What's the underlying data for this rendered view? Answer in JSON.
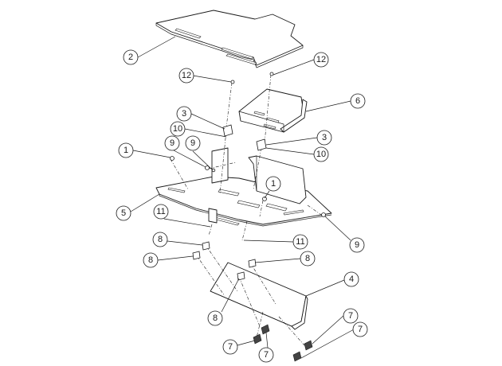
{
  "balloons": [
    {
      "id": "b-2",
      "label": "2"
    },
    {
      "id": "b-12-a",
      "label": "12"
    },
    {
      "id": "b-12-b",
      "label": "12"
    },
    {
      "id": "b-6",
      "label": "6"
    },
    {
      "id": "b-3-a",
      "label": "3"
    },
    {
      "id": "b-3-b",
      "label": "3"
    },
    {
      "id": "b-10-a",
      "label": "10"
    },
    {
      "id": "b-10-b",
      "label": "10"
    },
    {
      "id": "b-1-a",
      "label": "1"
    },
    {
      "id": "b-9-a",
      "label": "9"
    },
    {
      "id": "b-9-b",
      "label": "9"
    },
    {
      "id": "b-1-b",
      "label": "1"
    },
    {
      "id": "b-5",
      "label": "5"
    },
    {
      "id": "b-11-a",
      "label": "11"
    },
    {
      "id": "b-11-b",
      "label": "11"
    },
    {
      "id": "b-9-c",
      "label": "9"
    },
    {
      "id": "b-8-a",
      "label": "8"
    },
    {
      "id": "b-8-b",
      "label": "8"
    },
    {
      "id": "b-8-c",
      "label": "8"
    },
    {
      "id": "b-4",
      "label": "4"
    },
    {
      "id": "b-8-d",
      "label": "8"
    },
    {
      "id": "b-7-a",
      "label": "7"
    },
    {
      "id": "b-7-b",
      "label": "7"
    },
    {
      "id": "b-7-c",
      "label": "7"
    },
    {
      "id": "b-7-d",
      "label": "7"
    }
  ]
}
